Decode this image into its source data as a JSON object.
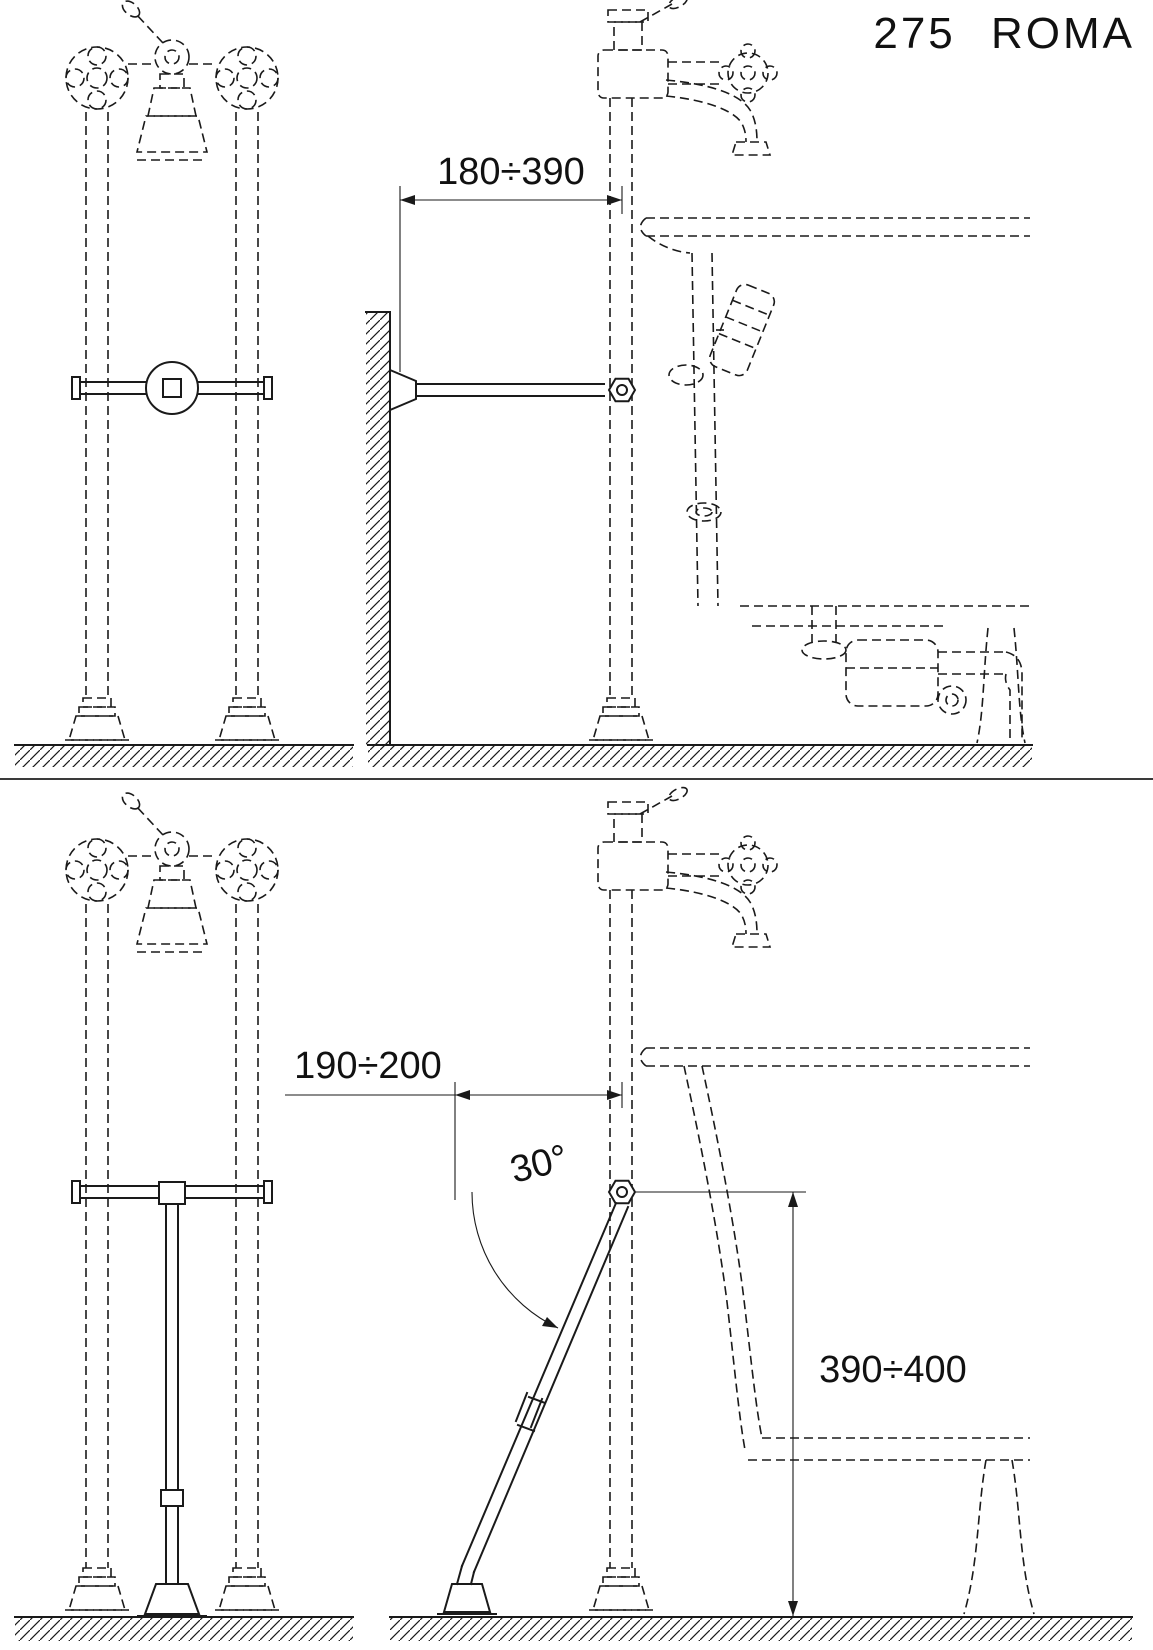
{
  "title": "275 ROMA",
  "views": {
    "side_wall": {
      "width_dim": "180÷390"
    },
    "side_floor": {
      "width_dim": "190÷200",
      "angle_dim": "30°",
      "height_dim": "390÷400"
    }
  }
}
